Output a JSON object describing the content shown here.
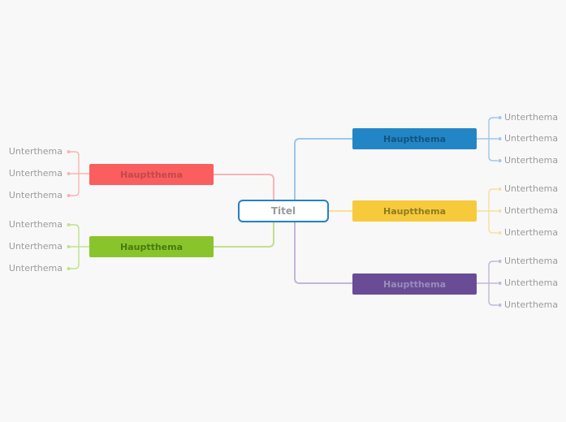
{
  "canvas": {
    "background_color": "#f8f8f8"
  },
  "root": {
    "label": "Titel",
    "background_color": "#ffffff",
    "border_color": "#2481c6",
    "text_color": "#9b9b9b"
  },
  "subtopic_text_color": "#9b9b9b",
  "branches": [
    {
      "id": "red",
      "side": "left",
      "label": "Hauptthema",
      "box_color": "#fa5e5e",
      "label_color": "#c14a4a",
      "line_color": "#fbb3b6",
      "children": [
        "Unterthema",
        "Unterthema",
        "Unterthema"
      ]
    },
    {
      "id": "green",
      "side": "left",
      "label": "Hauptthema",
      "box_color": "#8ac42c",
      "label_color": "#49790f",
      "line_color": "#c3e08b",
      "children": [
        "Unterthema",
        "Unterthema",
        "Unterthema"
      ]
    },
    {
      "id": "blue",
      "side": "right",
      "label": "Hauptthema",
      "box_color": "#2286c6",
      "label_color": "#16527e",
      "line_color": "#9fc6e8",
      "children": [
        "Unterthema",
        "Unterthema",
        "Unterthema"
      ]
    },
    {
      "id": "yellow",
      "side": "right",
      "label": "Hauptthema",
      "box_color": "#f7ca3c",
      "label_color": "#8d7b26",
      "line_color": "#f8df9b",
      "children": [
        "Unterthema",
        "Unterthema",
        "Unterthema"
      ]
    },
    {
      "id": "purple",
      "side": "right",
      "label": "Hauptthema",
      "box_color": "#6a4c96",
      "label_color": "#9a8cb8",
      "line_color": "#c2b7d6",
      "children": [
        "Unterthema",
        "Unterthema",
        "Unterthema"
      ]
    }
  ]
}
